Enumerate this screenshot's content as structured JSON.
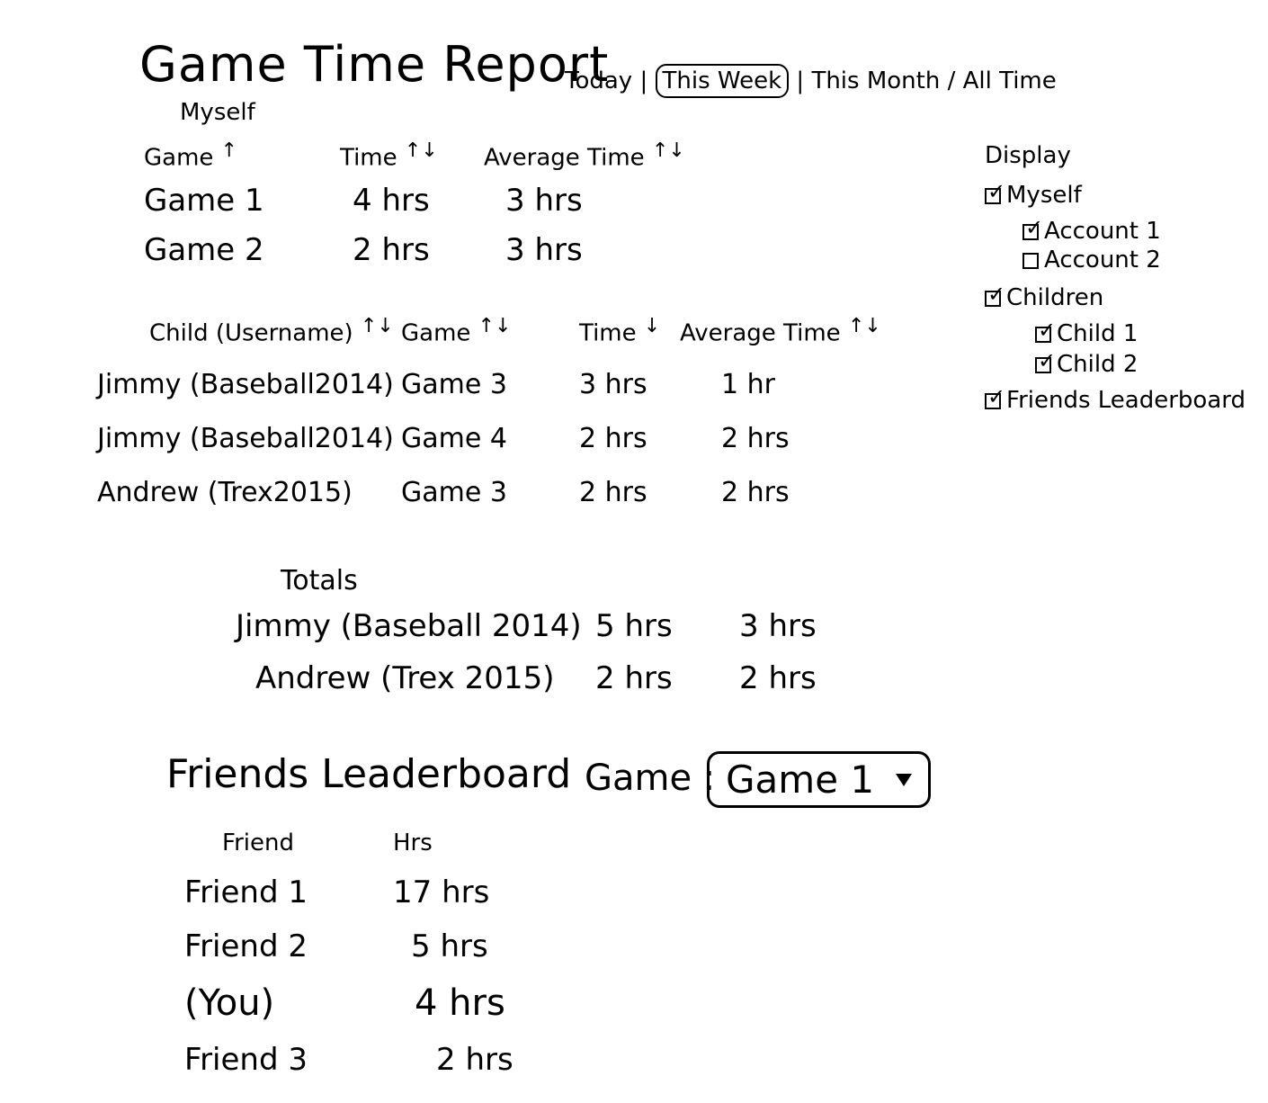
{
  "header": {
    "title": "Game Time Report",
    "subtitle": "Myself",
    "periods": [
      "Today",
      "This Week",
      "This Month",
      "All Time"
    ],
    "active_period": "This Week"
  },
  "myself_table": {
    "headers": [
      "Game",
      "Time",
      "Average Time"
    ],
    "rows": [
      [
        "Game 1",
        "4 hrs",
        "3 hrs"
      ],
      [
        "Game 2",
        "2 hrs",
        "3 hrs"
      ]
    ]
  },
  "children_table": {
    "headers": [
      "Child (Username)",
      "Game",
      "Time",
      "Average Time"
    ],
    "rows": [
      [
        "Jimmy (Baseball2014)",
        "Game 3",
        "3 hrs",
        "1 hr"
      ],
      [
        "Jimmy (Baseball2014)",
        "Game 4",
        "2 hrs",
        "2 hrs"
      ],
      [
        "Andrew (Trex2015)",
        "Game 3",
        "2 hrs",
        "2 hrs"
      ]
    ]
  },
  "totals": {
    "title": "Totals",
    "rows": [
      [
        "Jimmy (Baseball 2014)",
        "5 hrs",
        "3 hrs"
      ],
      [
        "Andrew (Trex 2015)",
        "2 hrs",
        "2 hrs"
      ]
    ]
  },
  "leaderboard": {
    "title": "Friends Leaderboard",
    "game_label": "Game :",
    "game_selected": "Game 1",
    "headers": [
      "Friend",
      "Hrs"
    ],
    "rows": [
      [
        "Friend 1",
        "17 hrs"
      ],
      [
        "Friend 2",
        "5 hrs"
      ],
      [
        "(You)",
        "4 hrs"
      ],
      [
        "Friend 3",
        "2 hrs"
      ]
    ]
  },
  "display": {
    "title": "Display",
    "myself": {
      "label": "Myself",
      "checked": true
    },
    "account1": {
      "label": "Account 1",
      "checked": true
    },
    "account2": {
      "label": "Account 2",
      "checked": false
    },
    "children": {
      "label": "Children",
      "checked": true
    },
    "child1": {
      "label": "Child 1",
      "checked": true
    },
    "child2": {
      "label": "Child 2",
      "checked": true
    },
    "friends_leaderboard": {
      "label": "Friends Leaderboard",
      "checked": true
    }
  }
}
